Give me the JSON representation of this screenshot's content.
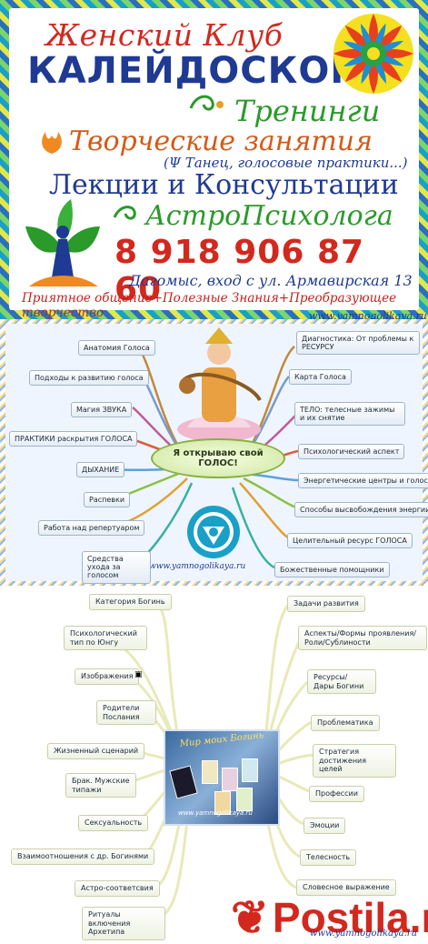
{
  "banner": {
    "club_line1": "Женский Клуб",
    "club_line2": "КАЛЕЙДОСКОП",
    "trainings": "Тренинги",
    "creative": "Творческие занятия",
    "dance": "(Ψ Танец, голосовые практики...)",
    "lectures": "Лекции и Консультации",
    "astro": "АстроПсихолога",
    "phone": "8 918 906 87 60",
    "address": "Дагомыс, вход с ул. Армавирская 13",
    "slogan": "Приятное общение+Полезные Знания+Преобразующее творчество",
    "site": "www.yamnogolikaya.ru"
  },
  "voice_map": {
    "center": "Я открываю свой ГОЛОС!",
    "left": [
      "Анатомия Голоса",
      "Подходы к развитию голоса",
      "Магия ЗВУКА",
      "ПРАКТИКИ раскрытия ГОЛОСА",
      "ДЫХАНИЕ",
      "Распевки",
      "Работа над репертуаром",
      "Средства ухода за голосом"
    ],
    "right": [
      "Диагностика: От проблемы к РЕСУРСУ",
      "Карта Голоса",
      "ТЕЛО: телесные зажимы и их снятие",
      "Психологический аспект",
      "Энергетические центры и голос",
      "Способы высвобождения энергии",
      "Целительный ресурс ГОЛОСА",
      "Божественные помощники"
    ],
    "site": "www.yamnogolikaya.ru"
  },
  "goddess_map": {
    "center": "Мир моих Богинь",
    "left": [
      "Категория Богинь",
      "Психологический тип по Юнгу",
      "Изображения",
      "Родители Послания",
      "Жизненный сценарий",
      "Брак. Мужские типажи",
      "Сексуальность",
      "Взаимоотношения с др. Богинями",
      "Астро-соответсвия",
      "Ритуалы включения Архетипа"
    ],
    "right": [
      "Задачи развития",
      "Аспекты/Формы проявления/ Роли/Сублиности",
      "Ресурсы/ Дары Богини",
      "Проблематика",
      "Стратегия достижения целей",
      "Профессии",
      "Эмоции",
      "Телесность",
      "Словесное выражение"
    ],
    "center_site": "www.yamnogolikaya.ru",
    "site": "www.yamnogolikaya.ru"
  },
  "watermark": "Postila.ru",
  "colors": {
    "red": "#d3281e",
    "blue": "#1f3a93",
    "green": "#2a9a2a",
    "orange": "#d45a17"
  }
}
